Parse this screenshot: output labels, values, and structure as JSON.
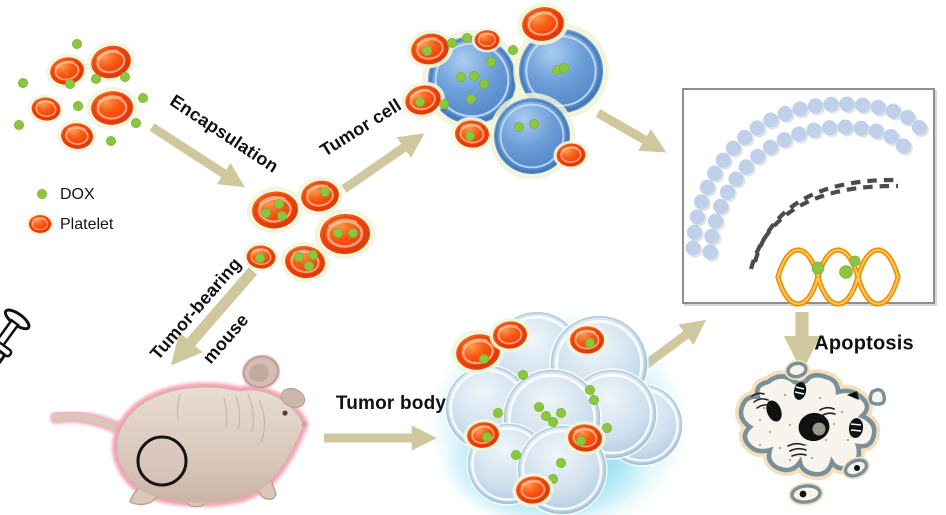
{
  "legend": {
    "items": [
      {
        "label": "DOX"
      },
      {
        "label": "Platelet"
      }
    ]
  },
  "labels": {
    "encapsulation": "Encapsulation",
    "tumor_cell": "Tumor cell",
    "tumor_bearing_line1": "Tumor-bearing",
    "tumor_bearing_line2": "mouse",
    "tumor_body": "Tumor body",
    "apoptosis": "Apoptosis"
  },
  "colors": {
    "platelet_red": "#f24408",
    "dox_green": "#8cc63e",
    "arrow_tan": "#cfc79e",
    "tumor_cell_blue": "#5b92d2",
    "tumor_body_blue": "#bdd5e8",
    "glow_cyan": "#7dd8ef",
    "membrane_bead": "#bfd0ea",
    "nuclear_dash": "#4b4b4b",
    "dna_orange": "#ef8f0d",
    "syringe_pink": "#f5156e",
    "mouse_outline_pink": "#f5a3b4",
    "box_border": "#8f8f8f",
    "label_text": "#111111",
    "background": "#ffffff"
  }
}
